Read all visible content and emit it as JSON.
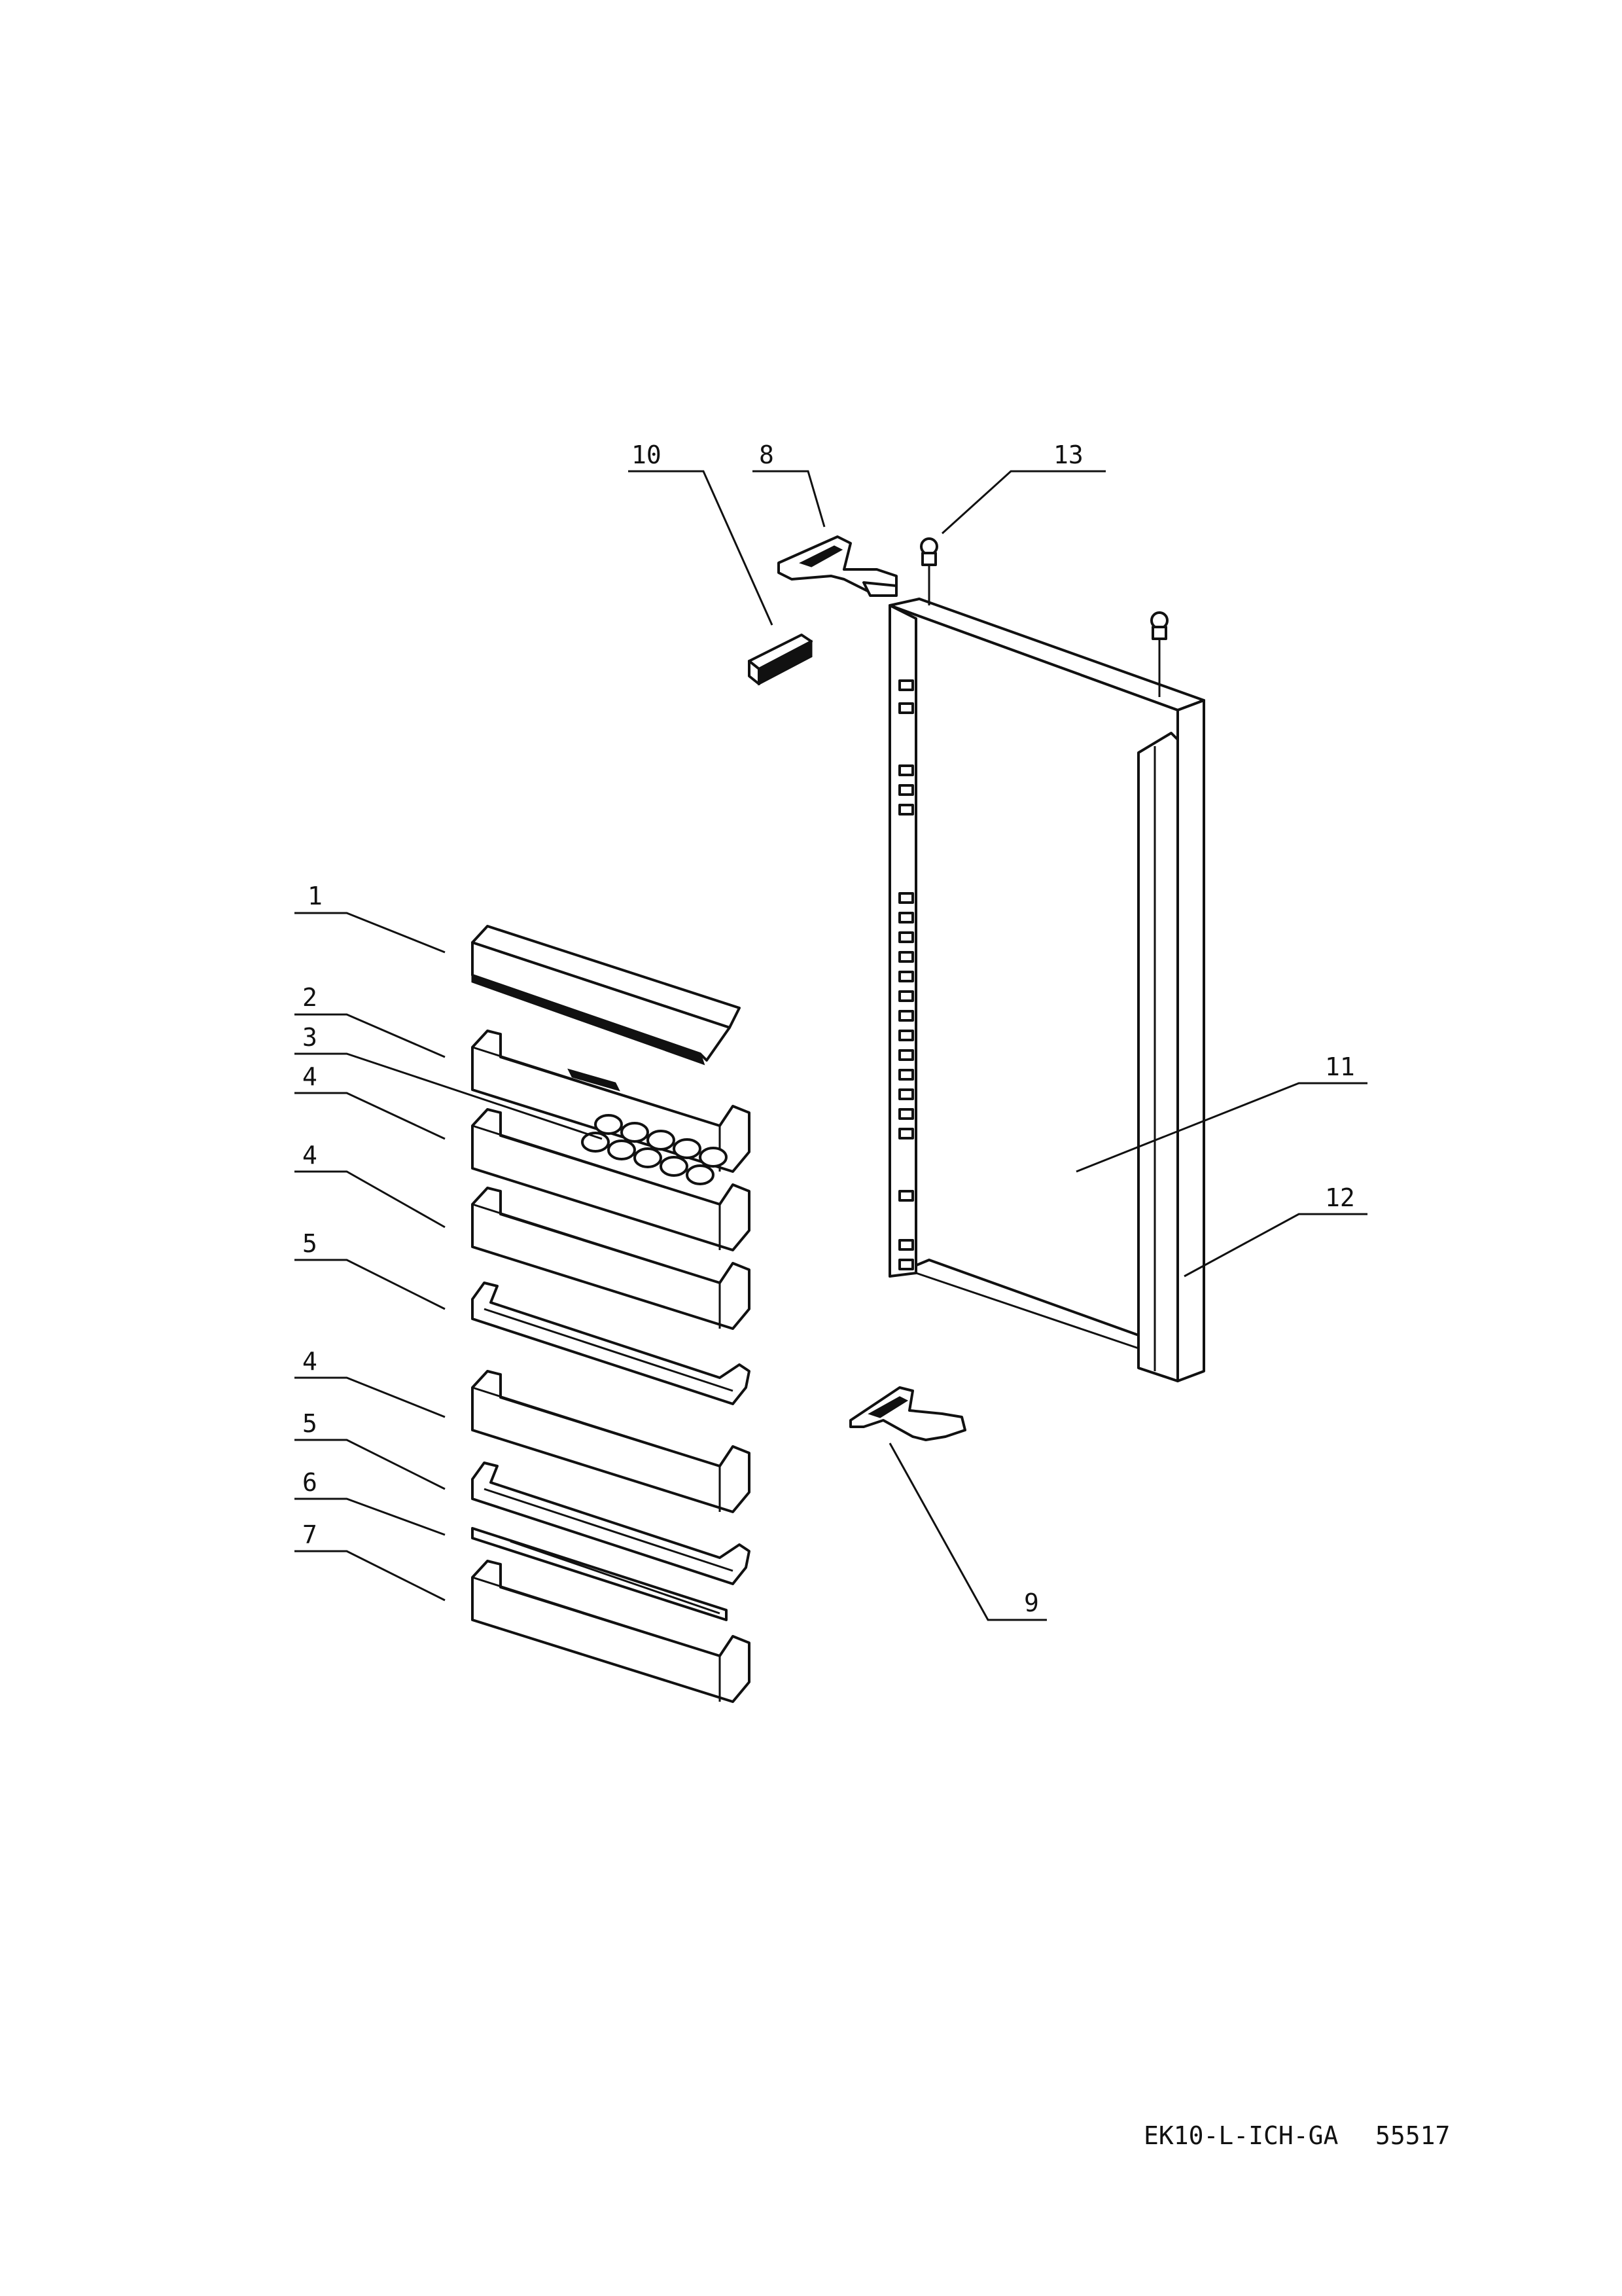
{
  "diagram": {
    "callouts": {
      "c1": "1",
      "c2": "2",
      "c3": "3",
      "c4a": "4",
      "c4b": "4",
      "c5a": "5",
      "c4c": "4",
      "c5b": "5",
      "c6": "6",
      "c7": "7",
      "c8": "8",
      "c9": "9",
      "c10": "10",
      "c11": "11",
      "c12": "12",
      "c13": "13"
    },
    "footer": {
      "model": "EK10-L-ICH-GA",
      "number": "55517"
    }
  }
}
